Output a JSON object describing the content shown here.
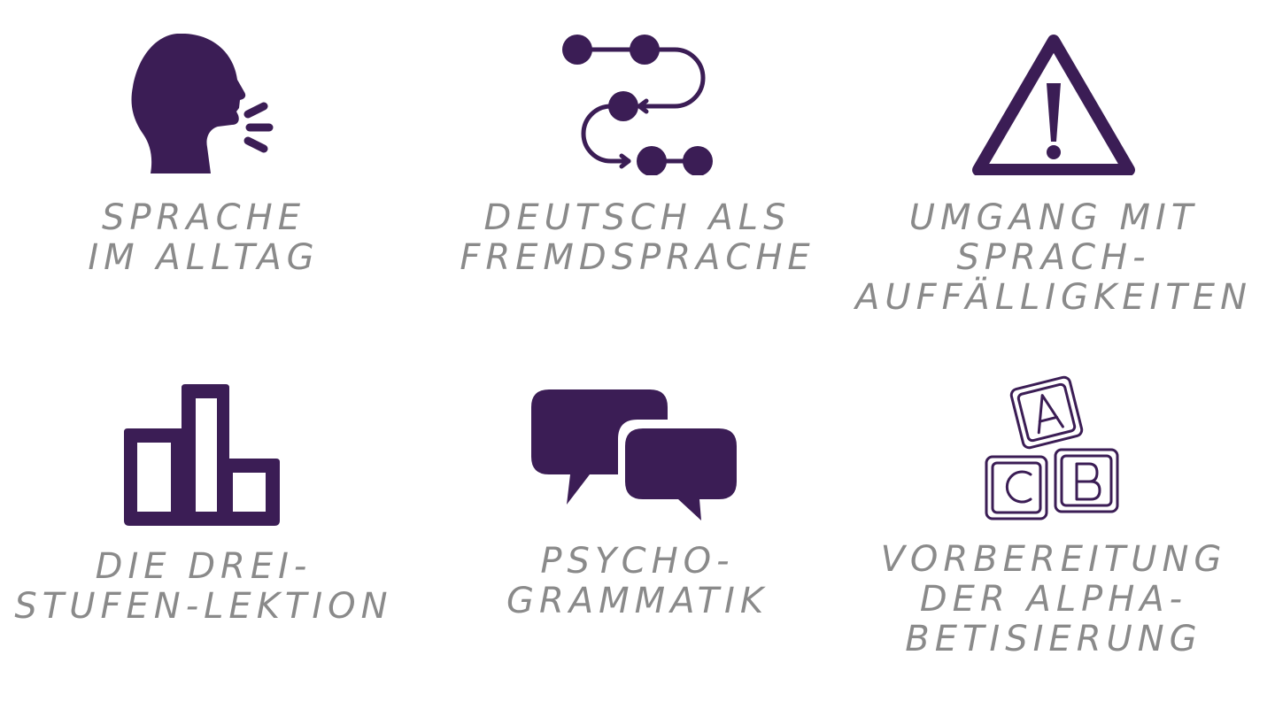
{
  "colors": {
    "icon": "#3b1d55",
    "label": "#8a8a8a",
    "background": "#ffffff"
  },
  "tiles": [
    {
      "icon": "speaking-head-icon",
      "lines": [
        "SPRACHE",
        "IM ALLTAG"
      ]
    },
    {
      "icon": "process-path-icon",
      "lines": [
        "DEUTSCH ALS",
        "FREMDSPRACHE"
      ]
    },
    {
      "icon": "warning-triangle-icon",
      "lines": [
        "UMGANG MIT",
        "SPRACH-",
        "AUFFÄLLIGKEITEN"
      ]
    },
    {
      "icon": "bar-steps-icon",
      "lines": [
        "DIE DREI-",
        "STUFEN-LEKTION"
      ]
    },
    {
      "icon": "speech-bubbles-icon",
      "lines": [
        "PSYCHO-",
        "GRAMMATIK"
      ]
    },
    {
      "icon": "abc-blocks-icon",
      "lines": [
        "VORBEREITUNG",
        "DER ALPHA-",
        "BETISIERUNG"
      ]
    }
  ]
}
